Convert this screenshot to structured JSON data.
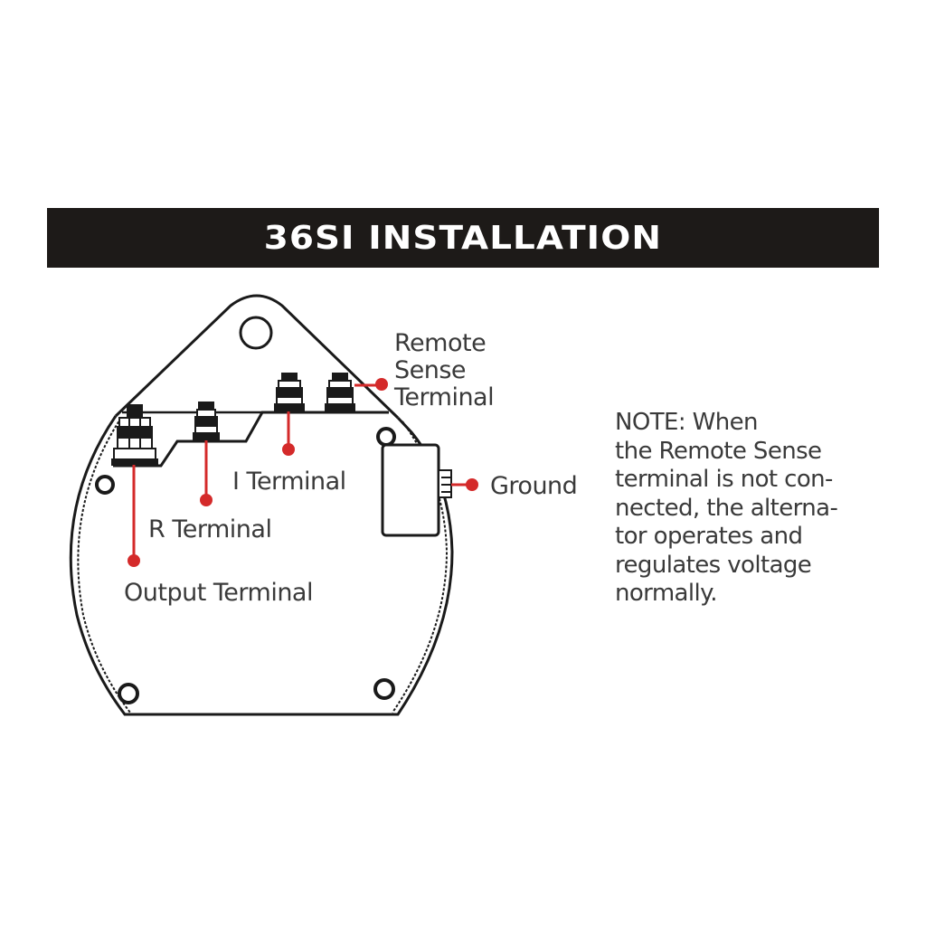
{
  "header": {
    "title": "36SI INSTALLATION"
  },
  "colors": {
    "title_bar": "#1d1a18",
    "title_text": "#ffffff",
    "outline": "#1a1a1a",
    "callout": "#d42a2a",
    "label_text": "#3a3a3a"
  },
  "labels": {
    "remote_sense": [
      "Remote",
      "Sense",
      "Terminal"
    ],
    "ground": "Ground",
    "i_terminal": "I Terminal",
    "r_terminal": "R Terminal",
    "output_terminal": "Output Terminal"
  },
  "note": {
    "lines": [
      "NOTE: When",
      "the Remote Sense",
      "terminal is not con-",
      "nected, the alterna-",
      "tor operates and",
      "regulates voltage",
      "normally."
    ]
  }
}
